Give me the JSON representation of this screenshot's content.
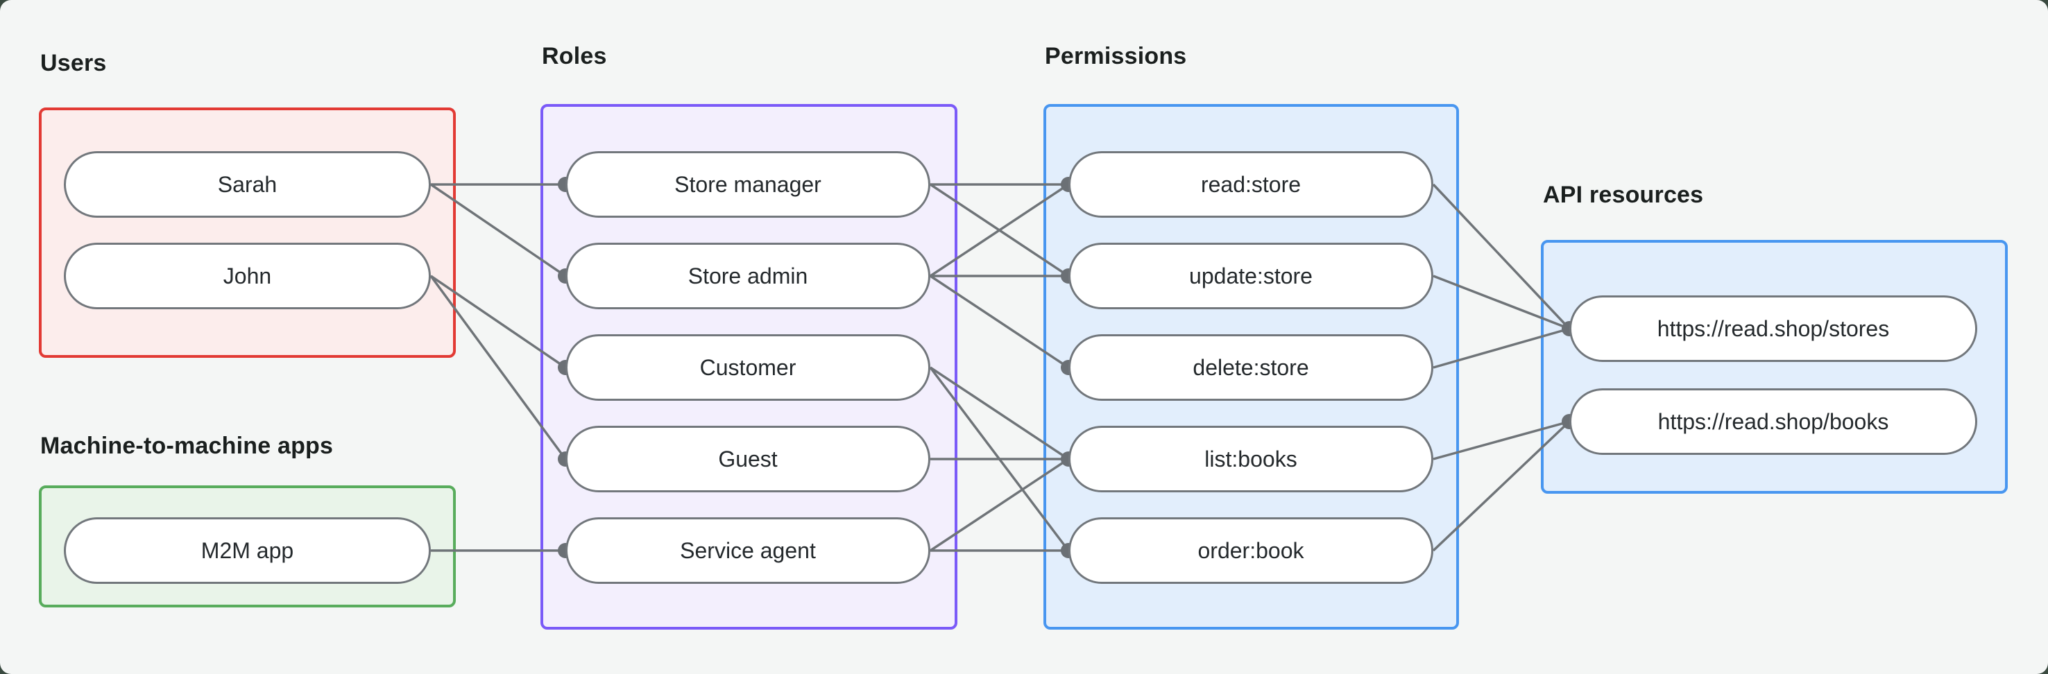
{
  "page": {
    "surface_color": "#f4f6f5",
    "backdrop_color": "#3a4a40",
    "edge_color": "#6f7478",
    "dot_color": "#6b7075",
    "node_border_color": "#72777c"
  },
  "groups": {
    "users": {
      "label": "Users",
      "border": "#e23a34",
      "fill": "#fcedec",
      "nodes": [
        {
          "id": "sarah",
          "label": "Sarah"
        },
        {
          "id": "john",
          "label": "John"
        }
      ]
    },
    "m2m": {
      "label": "Machine-to-machine apps",
      "border": "#58ac5c",
      "fill": "#e9f4e9",
      "nodes": [
        {
          "id": "m2m-app",
          "label": "M2M app"
        }
      ]
    },
    "roles": {
      "label": "Roles",
      "border": "#7a5af8",
      "fill": "#f3effd",
      "nodes": [
        {
          "id": "store-manager",
          "label": "Store manager"
        },
        {
          "id": "store-admin",
          "label": "Store admin"
        },
        {
          "id": "customer",
          "label": "Customer"
        },
        {
          "id": "guest",
          "label": "Guest"
        },
        {
          "id": "service-agent",
          "label": "Service agent"
        }
      ]
    },
    "permissions": {
      "label": "Permissions",
      "border": "#4896f0",
      "fill": "#e2eefc",
      "nodes": [
        {
          "id": "read-store",
          "label": "read:store"
        },
        {
          "id": "update-store",
          "label": "update:store"
        },
        {
          "id": "delete-store",
          "label": "delete:store"
        },
        {
          "id": "list-books",
          "label": "list:books"
        },
        {
          "id": "order-book",
          "label": "order:book"
        }
      ]
    },
    "api": {
      "label": "API resources",
      "border": "#4896f0",
      "fill": "#e2eefc",
      "nodes": [
        {
          "id": "stores",
          "label": "https://read.shop/stores"
        },
        {
          "id": "books",
          "label": "https://read.shop/books"
        }
      ]
    }
  },
  "edges": [
    {
      "from": "sarah",
      "to": "store-manager"
    },
    {
      "from": "sarah",
      "to": "store-admin"
    },
    {
      "from": "john",
      "to": "customer"
    },
    {
      "from": "john",
      "to": "guest"
    },
    {
      "from": "m2m-app",
      "to": "service-agent"
    },
    {
      "from": "store-manager",
      "to": "read-store"
    },
    {
      "from": "store-manager",
      "to": "update-store"
    },
    {
      "from": "store-admin",
      "to": "read-store"
    },
    {
      "from": "store-admin",
      "to": "update-store"
    },
    {
      "from": "store-admin",
      "to": "delete-store"
    },
    {
      "from": "customer",
      "to": "list-books"
    },
    {
      "from": "customer",
      "to": "order-book"
    },
    {
      "from": "guest",
      "to": "list-books"
    },
    {
      "from": "service-agent",
      "to": "list-books"
    },
    {
      "from": "service-agent",
      "to": "order-book"
    },
    {
      "from": "read-store",
      "to": "stores"
    },
    {
      "from": "update-store",
      "to": "stores"
    },
    {
      "from": "delete-store",
      "to": "stores"
    },
    {
      "from": "list-books",
      "to": "books"
    },
    {
      "from": "order-book",
      "to": "books"
    }
  ]
}
